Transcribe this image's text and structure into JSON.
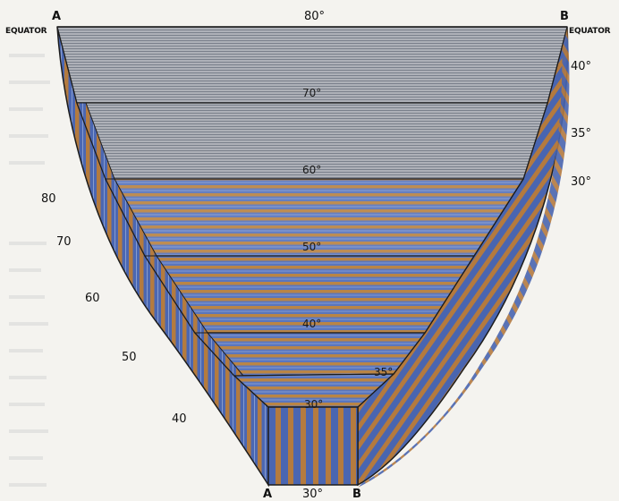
{
  "labels": {
    "corner_a_top": "A",
    "corner_b_top": "B",
    "equator_left": "EQUATOR",
    "equator_right": "EQUATOR",
    "corner_a_bottom": "A",
    "corner_b_bottom": "B",
    "bottom_degree": "30°",
    "top_degree": "80°",
    "band_70": "70°",
    "band_60": "60°",
    "band_50": "50°",
    "band_40": "40°",
    "band_35": "35°",
    "band_30": "30°",
    "left_80": "80",
    "left_70": "70",
    "left_60": "60",
    "left_50": "50",
    "left_40": "40",
    "right_40": "40°",
    "right_35": "35°",
    "right_30": "30°"
  },
  "colors": {
    "background": "#f4f3ef",
    "outline": "#1c1c1c",
    "blue": "#4a66b0",
    "orange": "#b27a40",
    "gray_top": "#a9acb3"
  }
}
